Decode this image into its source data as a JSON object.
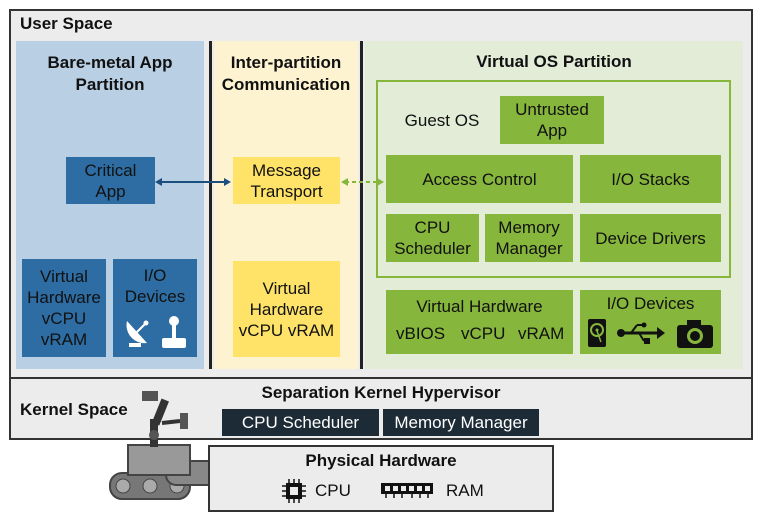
{
  "user_space": {
    "label": "User Space"
  },
  "bare_metal": {
    "title": "Bare-metal App Partition",
    "critical_app": "Critical App",
    "virtual_hw": "Virtual Hardware vCPU vRAM",
    "io_devices": "I/O Devices"
  },
  "interpartition": {
    "title": "Inter-partition Communication",
    "message_transport": "Message Transport",
    "virtual_hw": "Virtual Hardware vCPU vRAM"
  },
  "virtual_os": {
    "title": "Virtual OS Partition",
    "guest_os": "Guest OS",
    "untrusted_app": "Untrusted App",
    "access_control": "Access Control",
    "io_stacks": "I/O Stacks",
    "cpu_scheduler": "CPU Scheduler",
    "memory_manager": "Memory Manager",
    "device_drivers": "Device Drivers",
    "virtual_hw_title": "Virtual Hardware",
    "vbios": "vBIOS",
    "vcpu": "vCPU",
    "vram": "vRAM",
    "io_devices": "I/O Devices"
  },
  "kernel": {
    "label": "Kernel Space",
    "hypervisor": "Separation Kernel Hypervisor",
    "cpu_scheduler": "CPU Scheduler",
    "memory_manager": "Memory Manager"
  },
  "physical": {
    "title": "Physical Hardware",
    "cpu": "CPU",
    "ram": "RAM"
  },
  "colors": {
    "bare_metal_bg": "#b9cfe4",
    "bare_metal_box": "#2d6da3",
    "interpartition_bg": "#fdf3d0",
    "message_box": "#ffe368",
    "virtual_os_bg": "#e2ecd6",
    "green_box": "#86b63b",
    "kernel_box": "#1c2b36"
  }
}
